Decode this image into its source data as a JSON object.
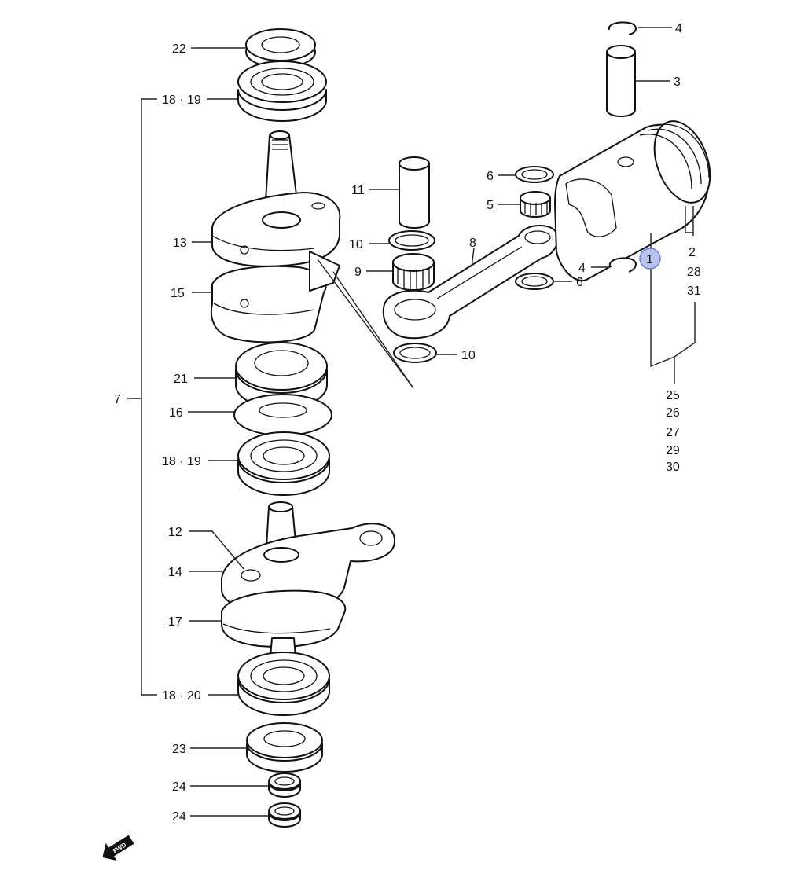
{
  "labels": {
    "l22": "22",
    "l18_19_top": "18 · 19",
    "l13": "13",
    "l15": "15",
    "l7": "7",
    "l21": "21",
    "l16": "16",
    "l18_19_mid": "18 · 19",
    "l12": "12",
    "l14": "14",
    "l17": "17",
    "l18_20": "18 · 20",
    "l23": "23",
    "l24a": "24",
    "l24b": "24",
    "l11": "11",
    "l10a": "10",
    "l9": "9",
    "l10b": "10",
    "l8": "8",
    "l6a": "6",
    "l5": "5",
    "l4a": "4",
    "l3": "3",
    "l4b": "4",
    "l6b": "6",
    "l1": "1",
    "l2": "2",
    "l28": "28",
    "l31": "31",
    "l25": "25",
    "l26": "26",
    "l27": "27",
    "l29": "29",
    "l30": "30",
    "fwd": "FWD"
  },
  "colors": {
    "line": "#111111",
    "highlight": "#b8c4ee",
    "highlight_stroke": "#6f7fd0"
  },
  "icons": {
    "forward": "fwd-arrow-icon"
  }
}
